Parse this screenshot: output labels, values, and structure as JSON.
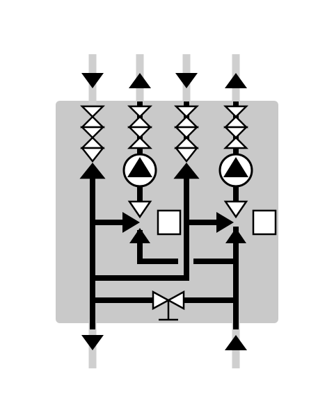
{
  "diagram": {
    "kind": "hydraulic-distribution-manifold",
    "circuits": 2,
    "pipes": [
      {
        "id": "pipe-1",
        "flow": "down",
        "role": "supply-in"
      },
      {
        "id": "pipe-2",
        "flow": "up",
        "role": "heating-circuit-1-flow"
      },
      {
        "id": "pipe-3",
        "flow": "down",
        "role": "heating-circuit-2-return"
      },
      {
        "id": "pipe-4",
        "flow": "up",
        "role": "heating-circuit-2-flow"
      },
      {
        "id": "pipe-bottom-left",
        "flow": "down",
        "role": "boiler-return"
      },
      {
        "id": "pipe-bottom-right",
        "flow": "up",
        "role": "boiler-flow"
      }
    ],
    "components": [
      "ball-valve",
      "check-valve",
      "circulation-pump",
      "three-way-mixing-valve",
      "valve-actuator",
      "bypass-valve"
    ]
  },
  "colors": {
    "background": "#ffffff",
    "panel": "#c9c9c9",
    "pipe": "#000000",
    "external_pipe": "#cfcfcf",
    "symbol_fill": "#ffffff"
  }
}
